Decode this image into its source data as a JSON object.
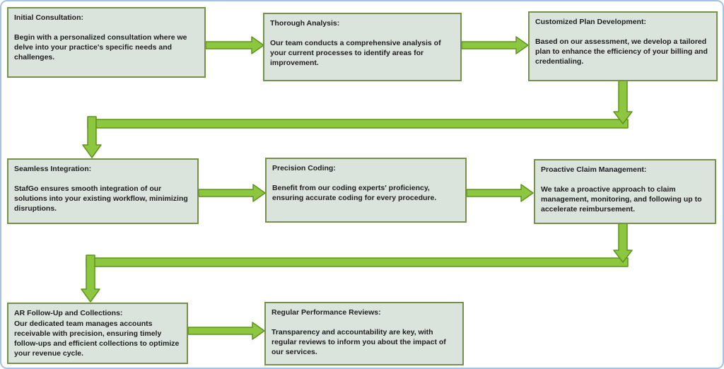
{
  "colors": {
    "frame": "#a6c3e3",
    "box_fill": "#dbe4dc",
    "box_border": "#76914a",
    "arrow_fill": "#8dc63f",
    "arrow_stroke": "#5e941f",
    "text": "#1f1f1f"
  },
  "diagram": {
    "boxes": [
      {
        "title": "Initial Consultation:",
        "body": "Begin with a personalized consultation where we delve into your practice's specific needs and challenges."
      },
      {
        "title": "Thorough Analysis:",
        "body": "Our team conducts a comprehensive analysis of your current processes to identify areas for improvement."
      },
      {
        "title": "Customized Plan Development:",
        "body": "Based on our assessment, we develop a tailored plan to enhance the efficiency of your billing and credentialing."
      },
      {
        "title": "Seamless Integration:",
        "body": "StafGo ensures smooth integration of our solutions into your existing workflow, minimizing disruptions."
      },
      {
        "title": "Precision Coding:",
        "body": "Benefit from our coding experts' proficiency, ensuring accurate coding for every procedure."
      },
      {
        "title": "Proactive Claim Management:",
        "body": "We take a proactive approach to claim management, monitoring, and following up to accelerate reimbursement."
      },
      {
        "title": "AR Follow-Up and Collections:",
        "body": "Our dedicated team manages accounts receivable with precision, ensuring timely follow-ups and efficient collections to optimize your revenue cycle."
      },
      {
        "title": "Regular Performance Reviews:",
        "body": "Transparency and accountability are key, with regular reviews to inform you about the impact of our services."
      }
    ],
    "connections": [
      {
        "from": "Initial Consultation",
        "to": "Thorough Analysis"
      },
      {
        "from": "Thorough Analysis",
        "to": "Customized Plan Development"
      },
      {
        "from": "Customized Plan Development",
        "to": "Seamless Integration"
      },
      {
        "from": "Seamless Integration",
        "to": "Precision Coding"
      },
      {
        "from": "Precision Coding",
        "to": "Proactive Claim Management"
      },
      {
        "from": "Proactive Claim Management",
        "to": "AR Follow-Up and Collections"
      },
      {
        "from": "AR Follow-Up and Collections",
        "to": "Regular Performance Reviews"
      }
    ]
  }
}
